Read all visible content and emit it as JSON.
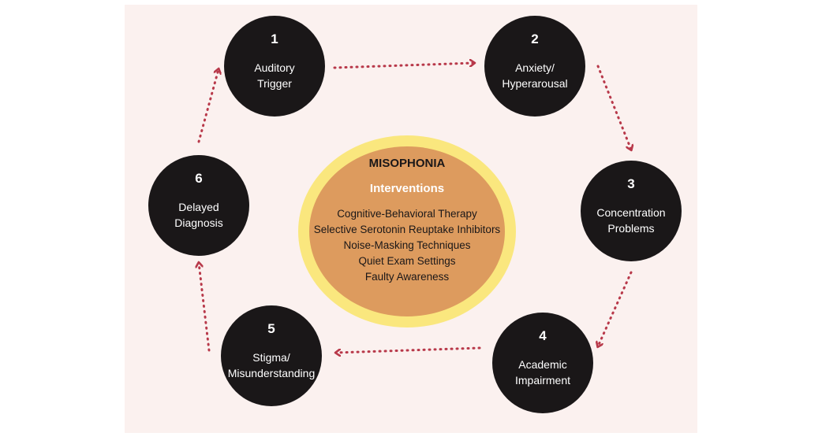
{
  "diagram": {
    "center": {
      "title": "MISOPHONIA",
      "subtitle": "Interventions",
      "items": [
        "Cognitive-Behavioral Therapy",
        "Selective Serotonin Reuptake Inhibitors",
        "Noise-Masking Techniques",
        "Quiet Exam Settings",
        "Faulty Awareness"
      ]
    },
    "nodes": [
      {
        "number": "1",
        "label": "Auditory\nTrigger"
      },
      {
        "number": "2",
        "label": "Anxiety/\nHyperarousal"
      },
      {
        "number": "3",
        "label": "Concentration\nProblems"
      },
      {
        "number": "4",
        "label": "Academic\nImpairment"
      },
      {
        "number": "5",
        "label": "Stigma/\nMisunderstanding"
      },
      {
        "number": "6",
        "label": "Delayed\nDiagnosis"
      }
    ],
    "colors": {
      "panel_background": "#fbf1ef",
      "node_fill": "#1a1718",
      "center_ring": "#fae77e",
      "center_core": "#dd9b5e",
      "arrow": "#b8394a"
    }
  }
}
